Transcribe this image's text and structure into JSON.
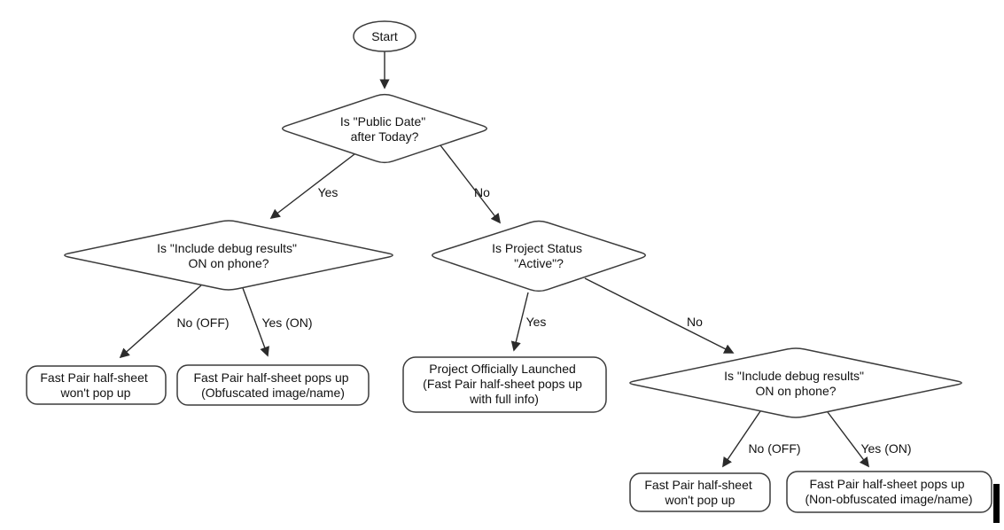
{
  "diagram": {
    "type": "flowchart",
    "colors": {
      "stroke": "#3c3c3c",
      "node_fill": "#ffffff",
      "text": "#111111",
      "background": "#ffffff"
    },
    "nodes": {
      "start": {
        "label": "Start"
      },
      "q_public_date": {
        "line1": "Is \"Public Date\"",
        "line2": "after Today?"
      },
      "q_debug_left": {
        "line1": "Is \"Include debug results\"",
        "line2": "ON on phone?"
      },
      "q_status": {
        "line1": "Is Project Status",
        "line2": "\"Active\"?"
      },
      "q_debug_right": {
        "line1": "Is \"Include debug results\"",
        "line2": "ON on phone?"
      },
      "no_popup_left": {
        "line1": "Fast Pair half-sheet",
        "line2": "won't pop up"
      },
      "popup_obfuscated": {
        "line1": "Fast Pair half-sheet pops up",
        "line2": "(Obfuscated image/name)"
      },
      "launched": {
        "line1": "Project Officially Launched",
        "line2": "(Fast Pair half-sheet pops up",
        "line3": "with full info)"
      },
      "no_popup_right": {
        "line1": "Fast Pair half-sheet",
        "line2": "won't pop up"
      },
      "popup_non_obfuscated": {
        "line1": "Fast Pair half-sheet pops up",
        "line2": "(Non-obfuscated image/name)"
      }
    },
    "edge_labels": {
      "yes_public": "Yes",
      "no_public": "No",
      "no_off_left": "No (OFF)",
      "yes_on_left": "Yes (ON)",
      "yes_status": "Yes",
      "no_status": "No",
      "no_off_right": "No (OFF)",
      "yes_on_right": "Yes (ON)"
    }
  }
}
